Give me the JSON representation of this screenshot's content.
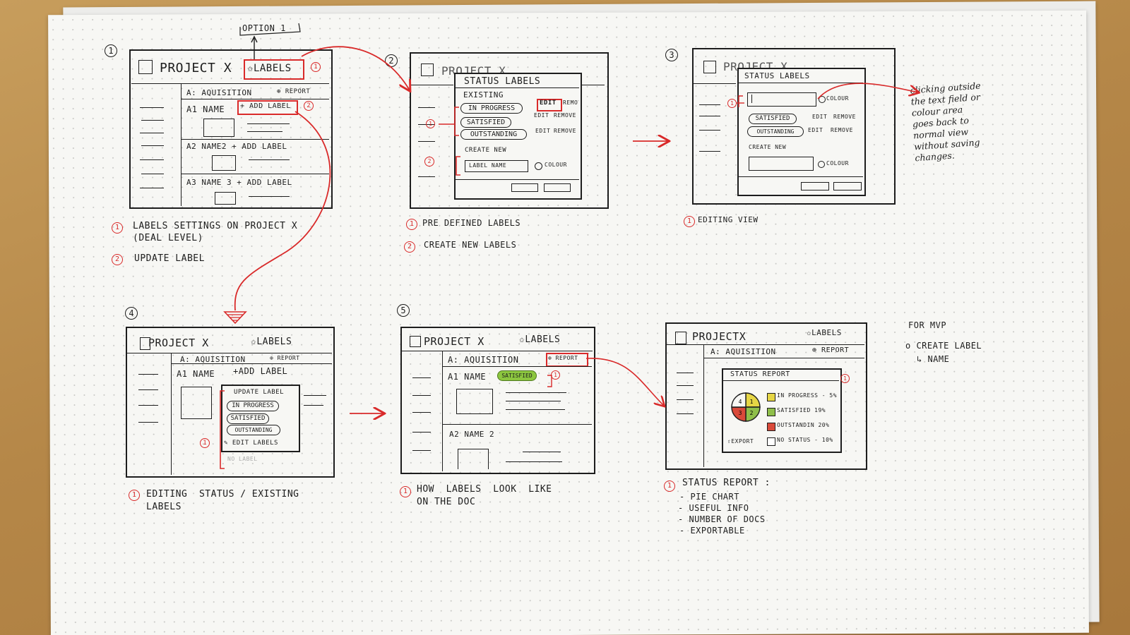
{
  "panel1": {
    "number": "1",
    "title": "PROJECT X",
    "labels_button": "LABELS",
    "marker1": "1",
    "option_label": "OPTION 1",
    "section": "A: AQUISITION",
    "report": "REPORT",
    "row1": "A1  NAME",
    "add_label_button": "+ ADD LABEL",
    "marker2": "2",
    "row2": "A2  NAME2  + ADD LABEL",
    "row3": "A3  NAME 3  + ADD LABEL",
    "notes": [
      {
        "marker": "1",
        "text": "LABELS SETTINGS ON PROJECT X\n(DEAL LEVEL)"
      },
      {
        "marker": "2",
        "text": "UPDATE  LABEL"
      }
    ]
  },
  "panel2": {
    "number": "2",
    "title": "PROJECT X",
    "dialog_title": "STATUS  LABELS",
    "existing": "EXISTING",
    "labels": [
      "IN PROGRESS",
      "SATISFIED",
      "OUTSTANDING"
    ],
    "edit": "EDIT",
    "remove": "REMOVE",
    "create_new": "CREATE  NEW",
    "label_name_placeholder": "LABEL NAME",
    "colour": "COLOUR",
    "marker1": "1",
    "marker2": "2",
    "notes": [
      {
        "marker": "1",
        "text": "PRE DEFINED LABELS"
      },
      {
        "marker": "2",
        "text": "CREATE  NEW  LABELS"
      }
    ]
  },
  "panel3": {
    "number": "3",
    "title": "PROJECT X",
    "dialog_title": "STATUS LABELS",
    "colour": "COLOUR",
    "labels": [
      "SATISFIED",
      "OUTSTANDING"
    ],
    "edit": "EDIT",
    "remove": "REMOVE",
    "create_new": "CREATE  NEW",
    "marker1": "1",
    "annotation": "clicking outside\nthe text field or\ncolour area\ngoes back to\nnormal view\nwithout saving\nchanges.",
    "notes": [
      {
        "marker": "1",
        "text": "EDITING  VIEW"
      }
    ]
  },
  "panel4": {
    "number": "4",
    "title": "PROJECT X",
    "labels_button": "LABELS",
    "section": "A: AQUISITION",
    "report": "REPORT",
    "row1": "A1  NAME",
    "add_label": "+ADD LABEL",
    "popup_title": "UPDATE LABEL",
    "labels": [
      "IN PROGRESS",
      "SATISFIED",
      "OUTSTANDING"
    ],
    "edit_labels": "EDIT LABELS",
    "no_label": "NO LABEL",
    "marker1": "1",
    "notes": [
      {
        "marker": "1",
        "text": "EDITING  STATUS / EXISTING\nLABELS"
      }
    ]
  },
  "panel5": {
    "number": "5",
    "title": "PROJECT X",
    "labels_button": "LABELS",
    "section": "A: AQUISITION",
    "report": "REPORT",
    "row1": "A1  NAME",
    "status_chip": "SATISFIED",
    "marker1": "1",
    "row2": "A2  NAME 2",
    "notes": [
      {
        "marker": "1",
        "text": "HOW  LABELS  LOOK  LIKE\nON THE DOC"
      }
    ]
  },
  "panel6": {
    "title": "PROJECTX",
    "labels_button": "LABELS",
    "section": "A: AQUISITION",
    "report": "REPORT",
    "report_title": "STATUS  REPORT",
    "legend": [
      {
        "text": "IN PROGRESS - 5%",
        "color": "#e6d645"
      },
      {
        "text": "SATISFIED 19%",
        "color": "#8fbf4a"
      },
      {
        "text": "OUTSTANDIN 20%",
        "color": "#d94a3a"
      },
      {
        "text": "NO STATUS - 10%",
        "color": "#ffffff"
      }
    ],
    "pie_numbers": [
      "1",
      "2",
      "3",
      "4"
    ],
    "export": "EXPORT",
    "marker1": "1",
    "notes": [
      {
        "marker": "1",
        "text": "STATUS  REPORT :"
      }
    ],
    "bullets": [
      "- PIE CHART",
      "- USEFUL INFO",
      "- NUMBER OF DOCS",
      "- EXPORTABLE"
    ]
  },
  "mvp": {
    "title": "FOR  MVP",
    "item": "o CREATE LABEL",
    "sub": "↳ NAME"
  },
  "colors": {
    "red_ink": "#d92a2a",
    "pencil": "#1d1d1d",
    "green_chip": "#8cc63f",
    "paper": "#f7f7f4"
  }
}
